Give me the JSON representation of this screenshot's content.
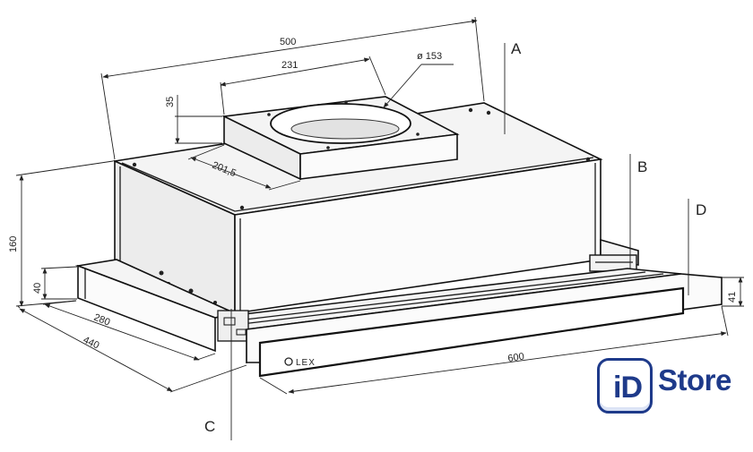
{
  "dimensions": {
    "d500": "500",
    "d231": "231",
    "d153": "ø 153",
    "d35": "35",
    "d201": "201,5",
    "d160": "160",
    "d40": "40",
    "d280": "280",
    "d440": "440",
    "d600": "600",
    "d41": "41"
  },
  "labels": {
    "a": "A",
    "b": "B",
    "c": "C",
    "d": "D"
  },
  "product_logo": "LEX",
  "store_logo": {
    "badge": "iD",
    "word": "Store",
    "color": "#1e3a8a"
  }
}
